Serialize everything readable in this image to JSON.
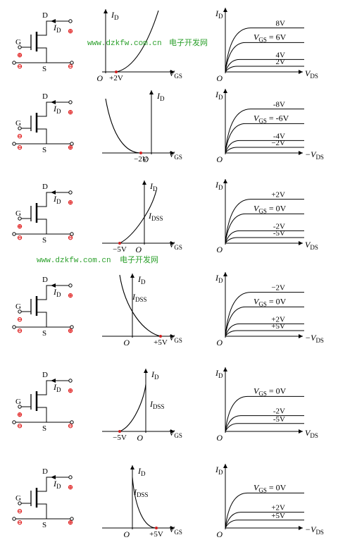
{
  "watermark": {
    "url": "www.dzkfw.com.cn",
    "cn": "电子开发网"
  },
  "rows": [
    {
      "transfer": {
        "vth": "+2V",
        "origin": "O",
        "y_label": "I",
        "y_sub": "D",
        "x_label": "V",
        "x_sub": "GS",
        "idss": ""
      },
      "output": {
        "y_label": "I",
        "y_sub": "D",
        "x_label": "V",
        "x_sub": "DS",
        "origin": "O",
        "curves": [
          "8V",
          "6V",
          "4V",
          "2V"
        ],
        "vgs_curve": 1,
        "vgs_prefix": "V",
        "vgs_sub": "GS",
        "vgs_eq": " = 6V"
      },
      "circuit": {
        "d": "D",
        "g": "G",
        "s": "S",
        "id": "I",
        "id_sub": "D"
      }
    },
    {
      "transfer": {
        "vth": "−2V",
        "origin": "O",
        "y_label": "I",
        "y_sub": "D",
        "x_label": "V",
        "x_sub": "GS",
        "idss": ""
      },
      "output": {
        "y_label": "I",
        "y_sub": "D",
        "x_label": "−V",
        "x_sub": "DS",
        "origin": "O",
        "curves": [
          "-8V",
          "-6V",
          "-4V",
          "−2V"
        ],
        "vgs_curve": 1,
        "vgs_prefix": "V",
        "vgs_sub": "GS",
        "vgs_eq": " = -6V"
      },
      "circuit": {
        "d": "D",
        "g": "G",
        "s": "S",
        "id": "I",
        "id_sub": "D"
      }
    },
    {
      "transfer": {
        "vth": "−5V",
        "origin": "O",
        "y_label": "I",
        "y_sub": "D",
        "x_label": "V",
        "x_sub": "GS",
        "idss": "I",
        "idss_sub": "DSS"
      },
      "output": {
        "y_label": "I",
        "y_sub": "D",
        "x_label": "V",
        "x_sub": "DS",
        "origin": "O",
        "curves": [
          "+2V",
          "0V",
          "-2V",
          "-5V"
        ],
        "vgs_curve": 1,
        "vgs_prefix": "V",
        "vgs_sub": "GS",
        "vgs_eq": " = 0V"
      },
      "circuit": {
        "d": "D",
        "g": "G",
        "s": "S",
        "id": "I",
        "id_sub": "D"
      }
    },
    {
      "transfer": {
        "vth": "+5V",
        "origin": "O",
        "y_label": "I",
        "y_sub": "D",
        "x_label": "V",
        "x_sub": "GS",
        "idss": "I",
        "idss_sub": "DSS"
      },
      "output": {
        "y_label": "I",
        "y_sub": "D",
        "x_label": "−V",
        "x_sub": "DS",
        "origin": "O",
        "curves": [
          "−2V",
          "0V",
          "+2V",
          "+5V"
        ],
        "vgs_curve": 1,
        "vgs_prefix": "V",
        "vgs_sub": "GS",
        "vgs_eq": " = 0V"
      },
      "circuit": {
        "d": "D",
        "g": "G",
        "s": "S",
        "id": "I",
        "id_sub": "D"
      }
    },
    {
      "transfer": {
        "vth": "−5V",
        "origin": "O",
        "y_label": "I",
        "y_sub": "D",
        "x_label": "V",
        "x_sub": "GS",
        "idss": "I",
        "idss_sub": "DSS"
      },
      "output": {
        "y_label": "I",
        "y_sub": "D",
        "x_label": "V",
        "x_sub": "DS",
        "origin": "O",
        "curves": [
          "0V",
          "-2V",
          "-5V"
        ],
        "vgs_curve": 0,
        "vgs_prefix": "V",
        "vgs_sub": "GS",
        "vgs_eq": " = 0V"
      },
      "circuit": {
        "d": "D",
        "g": "G",
        "s": "S",
        "id": "I",
        "id_sub": "D"
      }
    },
    {
      "transfer": {
        "vth": "+5V",
        "origin": "O",
        "y_label": "I",
        "y_sub": "D",
        "x_label": "V",
        "x_sub": "GS",
        "idss": "I",
        "idss_sub": "DSS"
      },
      "output": {
        "y_label": "I",
        "y_sub": "D",
        "x_label": "−V",
        "x_sub": "DS",
        "origin": "O",
        "curves": [
          "0V",
          "+2V",
          "+5V"
        ],
        "vgs_curve": 0,
        "vgs_prefix": "V",
        "vgs_sub": "GS",
        "vgs_eq": " = 0V"
      },
      "circuit": {
        "d": "D",
        "g": "G",
        "s": "S",
        "id": "I",
        "id_sub": "D"
      }
    }
  ],
  "polarity": {
    "plus": "⊕",
    "minus": "⊖"
  }
}
